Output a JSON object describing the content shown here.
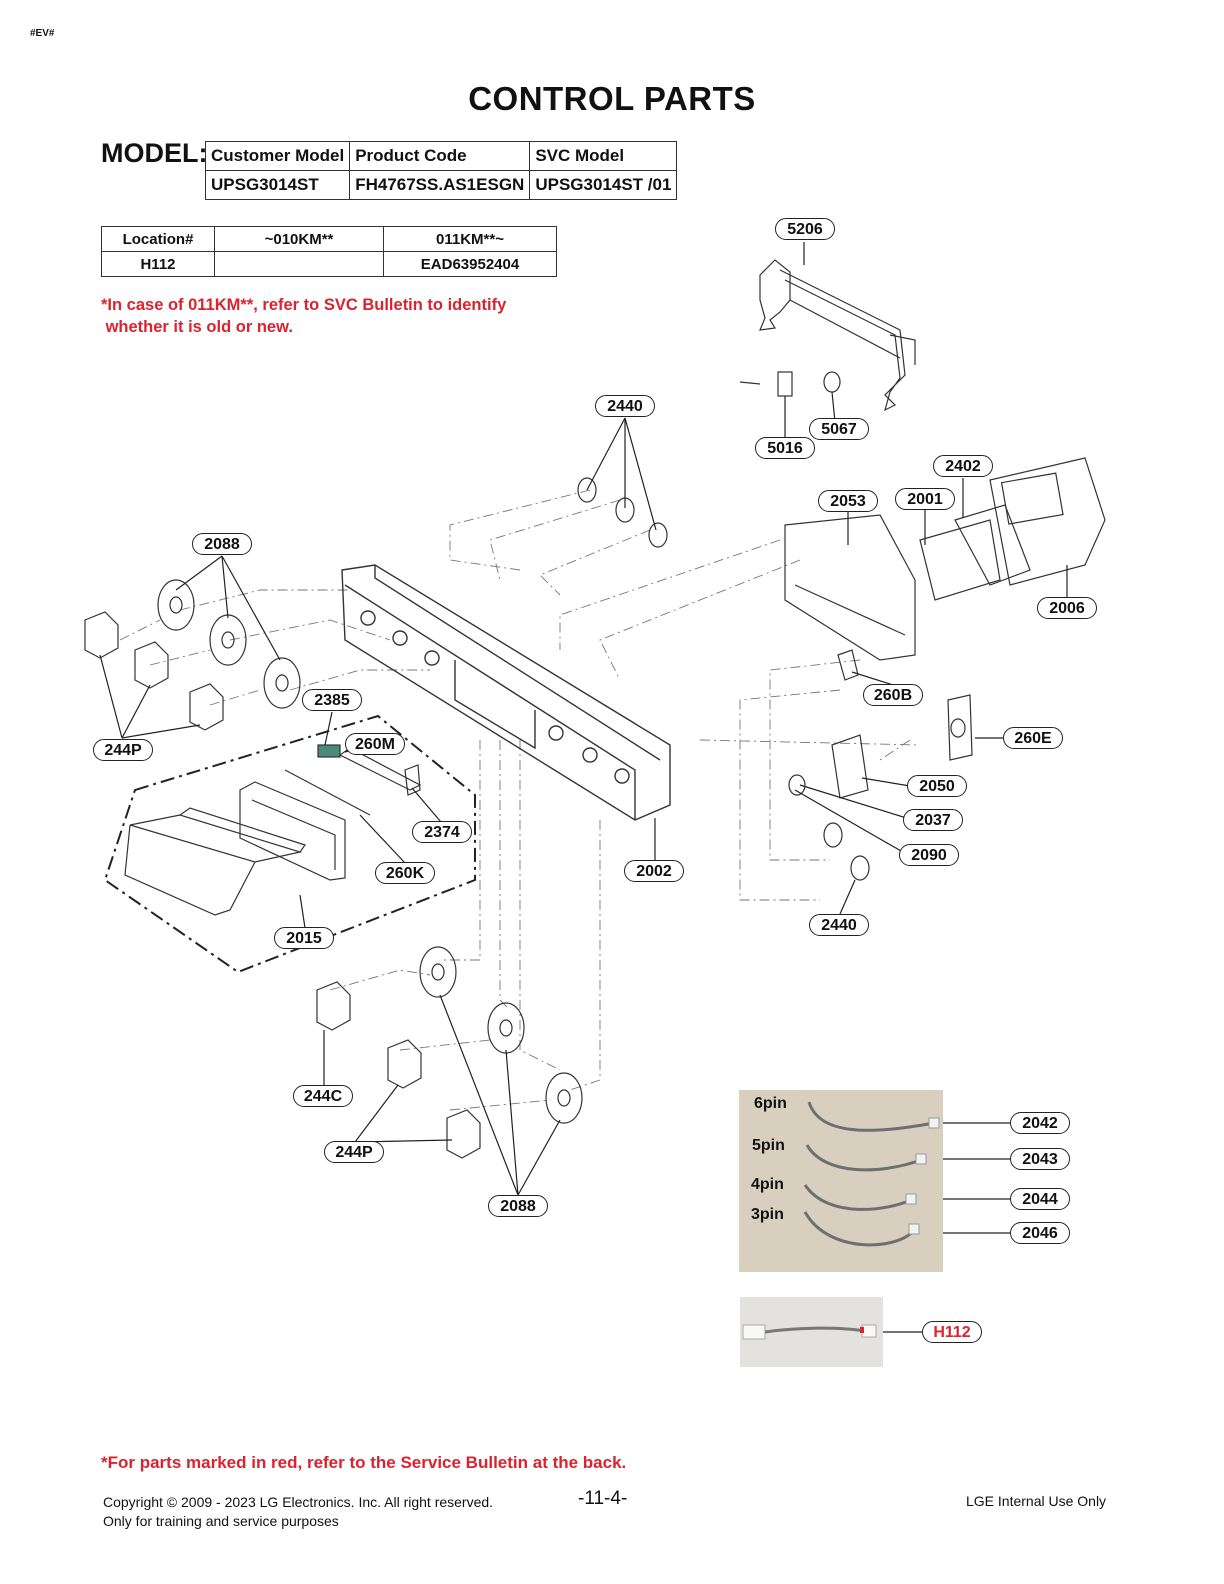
{
  "header": {
    "tag": "#EV#",
    "title": "CONTROL PARTS"
  },
  "model": {
    "label": "MODEL:",
    "headers": [
      "Customer Model",
      "Product Code",
      "SVC Model"
    ],
    "values": [
      "UPSG3014ST",
      "FH4767SS.AS1ESGN",
      "UPSG3014ST /01"
    ]
  },
  "location_table": {
    "headers": [
      "Location#",
      "~010KM**",
      "011KM**~"
    ],
    "row": [
      "H112",
      "",
      "EAD63952404"
    ]
  },
  "notes": {
    "note1_line1": "*In case of 011KM**, refer to SVC Bulletin to identify",
    "note1_line2": " whether it is old or new.",
    "note2": "*For parts marked in red, refer to the Service Bulletin at the back."
  },
  "callouts": [
    {
      "label": "5206",
      "red": false
    },
    {
      "label": "5016",
      "red": false
    },
    {
      "label": "5067",
      "red": false
    },
    {
      "label": "2440",
      "red": false
    },
    {
      "label": "2402",
      "red": false
    },
    {
      "label": "2053",
      "red": false
    },
    {
      "label": "2001",
      "red": false
    },
    {
      "label": "2006",
      "red": false
    },
    {
      "label": "2088",
      "red": false
    },
    {
      "label": "260B",
      "red": false
    },
    {
      "label": "2385",
      "red": false
    },
    {
      "label": "260E",
      "red": false
    },
    {
      "label": "260M",
      "red": false
    },
    {
      "label": "244P",
      "red": false
    },
    {
      "label": "2050",
      "red": false
    },
    {
      "label": "2037",
      "red": false
    },
    {
      "label": "2374",
      "red": false
    },
    {
      "label": "2090",
      "red": false
    },
    {
      "label": "260K",
      "red": false
    },
    {
      "label": "2002",
      "red": false
    },
    {
      "label": "2440",
      "red": false
    },
    {
      "label": "2015",
      "red": false
    },
    {
      "label": "244C",
      "red": false
    },
    {
      "label": "244P",
      "red": false
    },
    {
      "label": "2088",
      "red": false
    },
    {
      "label": "2042",
      "red": false
    },
    {
      "label": "2043",
      "red": false
    },
    {
      "label": "2044",
      "red": false
    },
    {
      "label": "2046",
      "red": false
    },
    {
      "label": "H112",
      "red": true
    }
  ],
  "harness_pins": [
    "6pin",
    "5pin",
    "4pin",
    "3pin"
  ],
  "footer": {
    "copyright_line1": "Copyright © 2009 - 2023 LG Electronics. Inc. All right reserved.",
    "copyright_line2": "Only for training and service purposes",
    "page": "-11-4-",
    "internal": "LGE Internal Use Only"
  },
  "colors": {
    "red": "#d9232e",
    "ink": "#222222"
  }
}
